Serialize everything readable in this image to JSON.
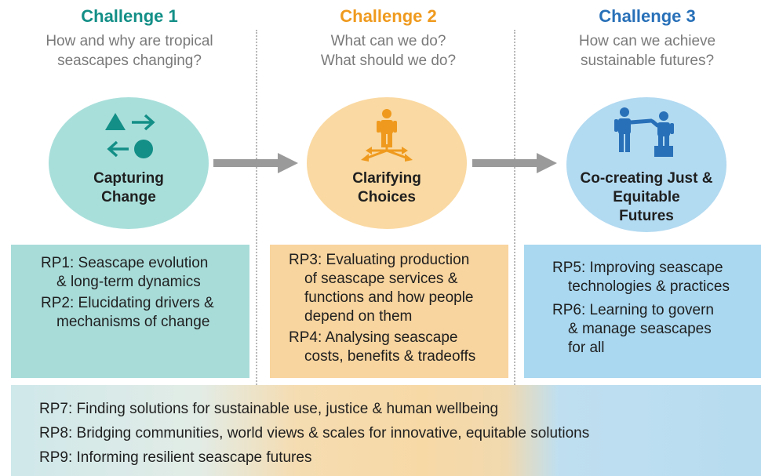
{
  "columns": [
    {
      "title": "Challenge 1",
      "question": [
        "How and why are tropical",
        "seascapes changing?"
      ],
      "circle_label": [
        "Capturing",
        "Change"
      ],
      "icon": "shapes-arrows-icon",
      "rps": [
        [
          "RP1: Seascape evolution",
          "& long-term dynamics"
        ],
        [
          "RP2: Elucidating drivers &",
          "mechanisms of change"
        ]
      ]
    },
    {
      "title": "Challenge 2",
      "question": [
        "What can we do?",
        "What should we do?"
      ],
      "circle_label": [
        "Clarifying",
        "Choices"
      ],
      "icon": "person-crossroads-icon",
      "rps": [
        [
          "RP3: Evaluating production",
          "of seascape services &",
          "functions and how people",
          "depend on them"
        ],
        [
          "RP4: Analysing seascape",
          "costs, benefits & tradeoffs"
        ]
      ]
    },
    {
      "title": "Challenge 3",
      "question": [
        "How can we achieve",
        "sustainable futures?"
      ],
      "circle_label": [
        "Co-creating Just &",
        "Equitable",
        "Futures"
      ],
      "icon": "people-helping-icon",
      "rps": [
        [
          "RP5: Improving seascape",
          "technologies & practices"
        ],
        [
          "RP6: Learning to govern",
          "& manage seascapes",
          "for all"
        ]
      ]
    }
  ],
  "bottom": [
    "RP7: Finding solutions for sustainable use, justice & human wellbeing",
    "RP8: Bridging communities, world views & scales for innovative, equitable solutions",
    "RP9: Informing resilient seascape futures"
  ],
  "colors": {
    "teal": "#138f87",
    "orange": "#ef9a1e",
    "blue": "#2870b8",
    "teal_circle": "#a9dfdb",
    "orange_circle": "#fad9a2",
    "blue_circle": "#b2daf1",
    "teal_box": "#a8dcd9",
    "orange_box": "#f8d49e",
    "blue_box": "#aad8f0",
    "arrow_gray": "#9a9a9a"
  }
}
